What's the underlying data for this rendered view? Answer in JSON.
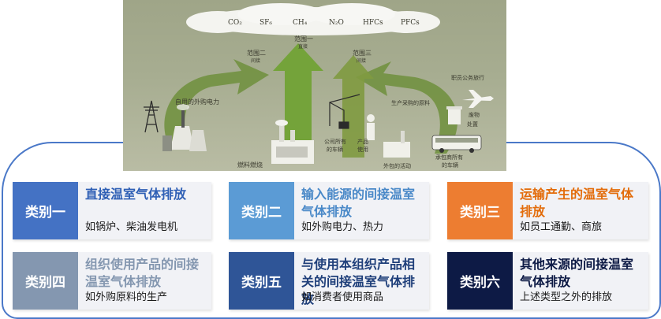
{
  "illustration": {
    "gases": [
      "CO₂",
      "SF₆",
      "CH₄",
      "N₂O",
      "HFCs",
      "PFCs"
    ],
    "scope2_label": "范围二",
    "scope2_sub": "间接",
    "scope1_label": "范围一",
    "scope1_sub": "直接",
    "scope3_label": "范围三",
    "scope3_sub": "间接",
    "purchased_power": "自用的外购电力",
    "fuel_combustion": "燃料燃烧",
    "company_vehicles": [
      "公司所有",
      "的车辆"
    ],
    "product_use": [
      "产品",
      "使用"
    ],
    "outsourced": "外包的活动",
    "contractor_vehicles": [
      "承包商所有",
      "的车辆"
    ],
    "purchased_materials": "生产采购的原料",
    "business_travel": "职员公务旅行",
    "waste": [
      "废物",
      "处置"
    ]
  },
  "categories": [
    {
      "badge": "类别一",
      "title": "直接温室气体排放",
      "desc": "如锅炉、柴油发电机"
    },
    {
      "badge": "类别二",
      "title": "输入能源的间接温室气体排放",
      "desc": "如外购电力、热力"
    },
    {
      "badge": "类别三",
      "title": "运输产生的温室气体排放",
      "desc": "如员工通勤、商旅"
    },
    {
      "badge": "类别四",
      "title": "组织使用产品的间接温室气体排放",
      "desc": "如外购原料的生产"
    },
    {
      "badge": "类别五",
      "title": "与使用本组织产品相关的间接温室气体排放",
      "desc": "如消费者使用商品"
    },
    {
      "badge": "类别六",
      "title": "其他来源的间接温室气体排放",
      "desc": "上述类型之外的排放"
    }
  ],
  "colors": {
    "badge_1": "#4472c4",
    "title_1": "#2e5fb5",
    "badge_2": "#5b9bd5",
    "title_2": "#4a89c8",
    "badge_3": "#ed7d31",
    "title_3": "#e36c0a",
    "badge_4": "#8497b0",
    "title_4": "#8497b0",
    "badge_5": "#2f5597",
    "title_5": "#1f3f7a",
    "badge_6": "#0d1a45",
    "title_6": "#0d1a45"
  }
}
